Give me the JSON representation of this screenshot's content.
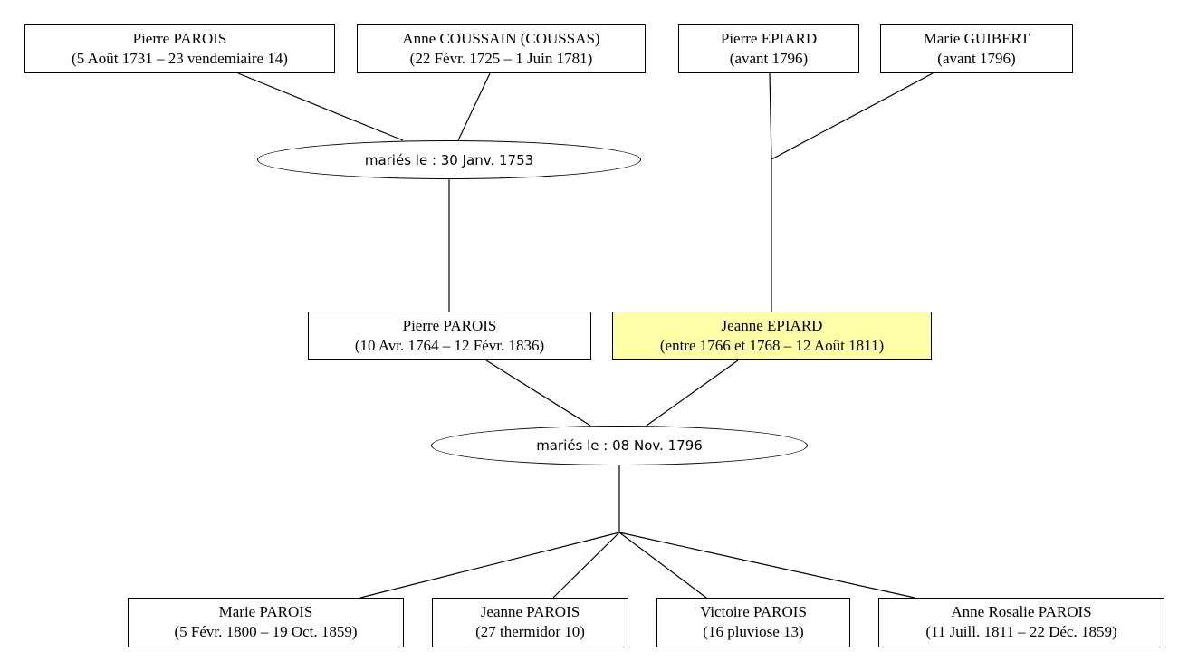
{
  "persons": {
    "p_pierre_parois_1731": {
      "name": "Pierre PAROIS",
      "dates": "(5 Août 1731 – 23 vendemiaire 14)"
    },
    "p_anne_coussain": {
      "name": "Anne COUSSAIN (COUSSAS)",
      "dates": "(22 Févr. 1725 – 1 Juin 1781)"
    },
    "p_pierre_epiard": {
      "name": "Pierre EPIARD",
      "dates": "(avant 1796)"
    },
    "p_marie_guibert": {
      "name": "Marie GUIBERT",
      "dates": "(avant 1796)"
    },
    "p_pierre_parois_1764": {
      "name": "Pierre PAROIS",
      "dates": "(10 Avr. 1764 – 12 Févr. 1836)"
    },
    "p_jeanne_epiard": {
      "name": "Jeanne EPIARD",
      "dates": "(entre 1766 et 1768 – 12 Août 1811)"
    },
    "p_marie_parois": {
      "name": "Marie PAROIS",
      "dates": "(5 Févr. 1800 – 19 Oct. 1859)"
    },
    "p_jeanne_parois": {
      "name": "Jeanne PAROIS",
      "dates": "(27 thermidor 10)"
    },
    "p_victoire_parois": {
      "name": "Victoire PAROIS",
      "dates": "(16 pluviose 13)"
    },
    "p_anne_rosalie_parois": {
      "name": "Anne Rosalie PAROIS",
      "dates": "(11 Juill. 1811 – 22 Déc. 1859)"
    }
  },
  "marriages": {
    "m_1753": {
      "label": "mariés le : 30 Janv. 1753"
    },
    "m_1796": {
      "label": "mariés le : 08 Nov. 1796"
    }
  },
  "colors": {
    "highlight": "#ffffa8",
    "line": "#000000"
  }
}
